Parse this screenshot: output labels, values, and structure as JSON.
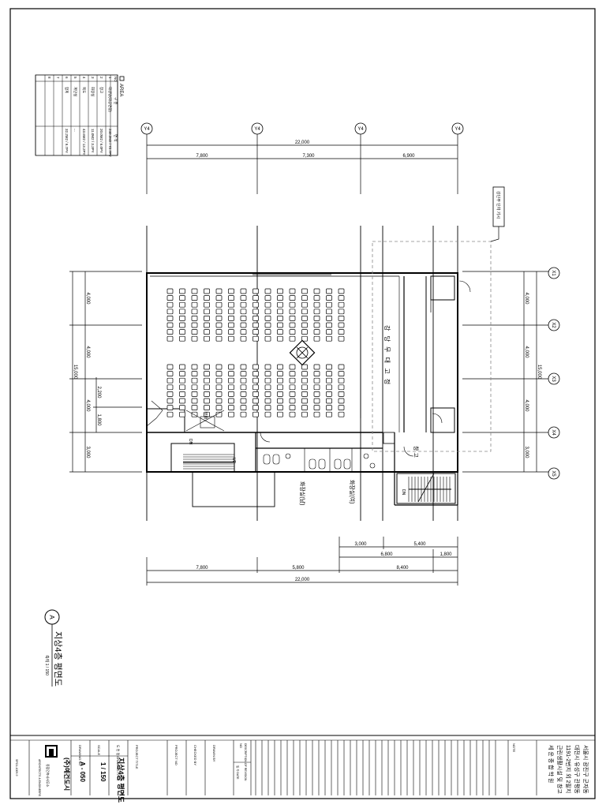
{
  "area_table": {
    "title": "AREA",
    "headers": [
      "NO",
      "구 분",
      "면 적"
    ],
    "rows": [
      {
        "no": "1",
        "name": "대강당(대공연장)",
        "value": "240.2M2 / 72.7PY"
      },
      {
        "no": "2",
        "name": "창고",
        "value": "20.0M2 / 6.0PY"
      },
      {
        "no": "3",
        "name": "화장실",
        "value": "11.0M2 / 3.3PY"
      },
      {
        "no": "4",
        "name": "복도",
        "value": "43.6M2 / 13.2PY"
      },
      {
        "no": "5",
        "name": "계단실",
        "value": "..."
      },
      {
        "no": "6",
        "name": "합계",
        "value": "32.2M2 / 9.7PY"
      },
      {
        "no": "7",
        "name": "",
        "value": ""
      },
      {
        "no": "8",
        "name": "",
        "value": ""
      }
    ]
  },
  "axis_labels": {
    "top": [
      "Y4",
      "Y4",
      "Y4",
      "Y4"
    ],
    "right": [
      "X1",
      "X2",
      "X3",
      "X4",
      "X5"
    ]
  },
  "dimensions": {
    "top_total": "22,000",
    "top_segments": [
      "7,800",
      "7,300",
      "6,900"
    ],
    "left_total": "15,000",
    "left_segments": [
      "4,000",
      "4,000",
      "4,000",
      "3,000"
    ],
    "left_inner": [
      "2,200",
      "1,800"
    ],
    "right_total": "15,000",
    "right_segments": [
      "4,000",
      "4,000",
      "4,000",
      "3,000"
    ],
    "bottom_row1": [
      "3,000",
      "5,400"
    ],
    "bottom_row2": [
      "6,800",
      "1,800"
    ],
    "bottom_row3": [
      "7,800",
      "5,800",
      "8,400"
    ],
    "bottom_total": "22,000"
  },
  "room_labels": {
    "auditorium": "강 당 무 대 고 정",
    "restroom_m": "화장실(남)",
    "restroom_f": "화장실(여)",
    "storage": "창 고",
    "stage": "무대",
    "up": "UP",
    "dn": "DN",
    "callout": "강단부 단차 기시"
  },
  "drawing_caption": {
    "marker": "A",
    "title": "지상4층 평면도",
    "scale_note": "축척 1 / 150"
  },
  "title_block": {
    "project_lines": [
      "서울시 광진구 군자동",
      "대전시 유성구 관평동",
      "1191-2번지 외 2필지",
      "근린생활시설 및 창고",
      "세 운 종 합 학 원"
    ],
    "note_label": "NOTE",
    "rev_header": [
      "NO",
      "DESCRIPTION OF REVISION",
      "일 자 DATE"
    ],
    "drawn_by": "DRAWN BY",
    "checked_by": "CHECKED BY",
    "project_no": "PROJECT NO",
    "project_title": "PROJECT TITLE",
    "drawing_title_label": "도 면 명 DRAWING TITLE",
    "drawing_title": "지상4층 평면도",
    "scale_label": "SCALE",
    "scale": "1 / 150",
    "drawing_no_label": "DRAWING NO",
    "drawing_no": "A - 050",
    "firm_name": "(주)예건도시",
    "firm_sub": "종합건축사사무소",
    "firm_eng": "ARCHITECTS & ENGINEERS",
    "file_ref": "SPO1-1009-9"
  },
  "colors": {
    "line": "#000000",
    "dash": "#888888",
    "paper": "#ffffff"
  }
}
